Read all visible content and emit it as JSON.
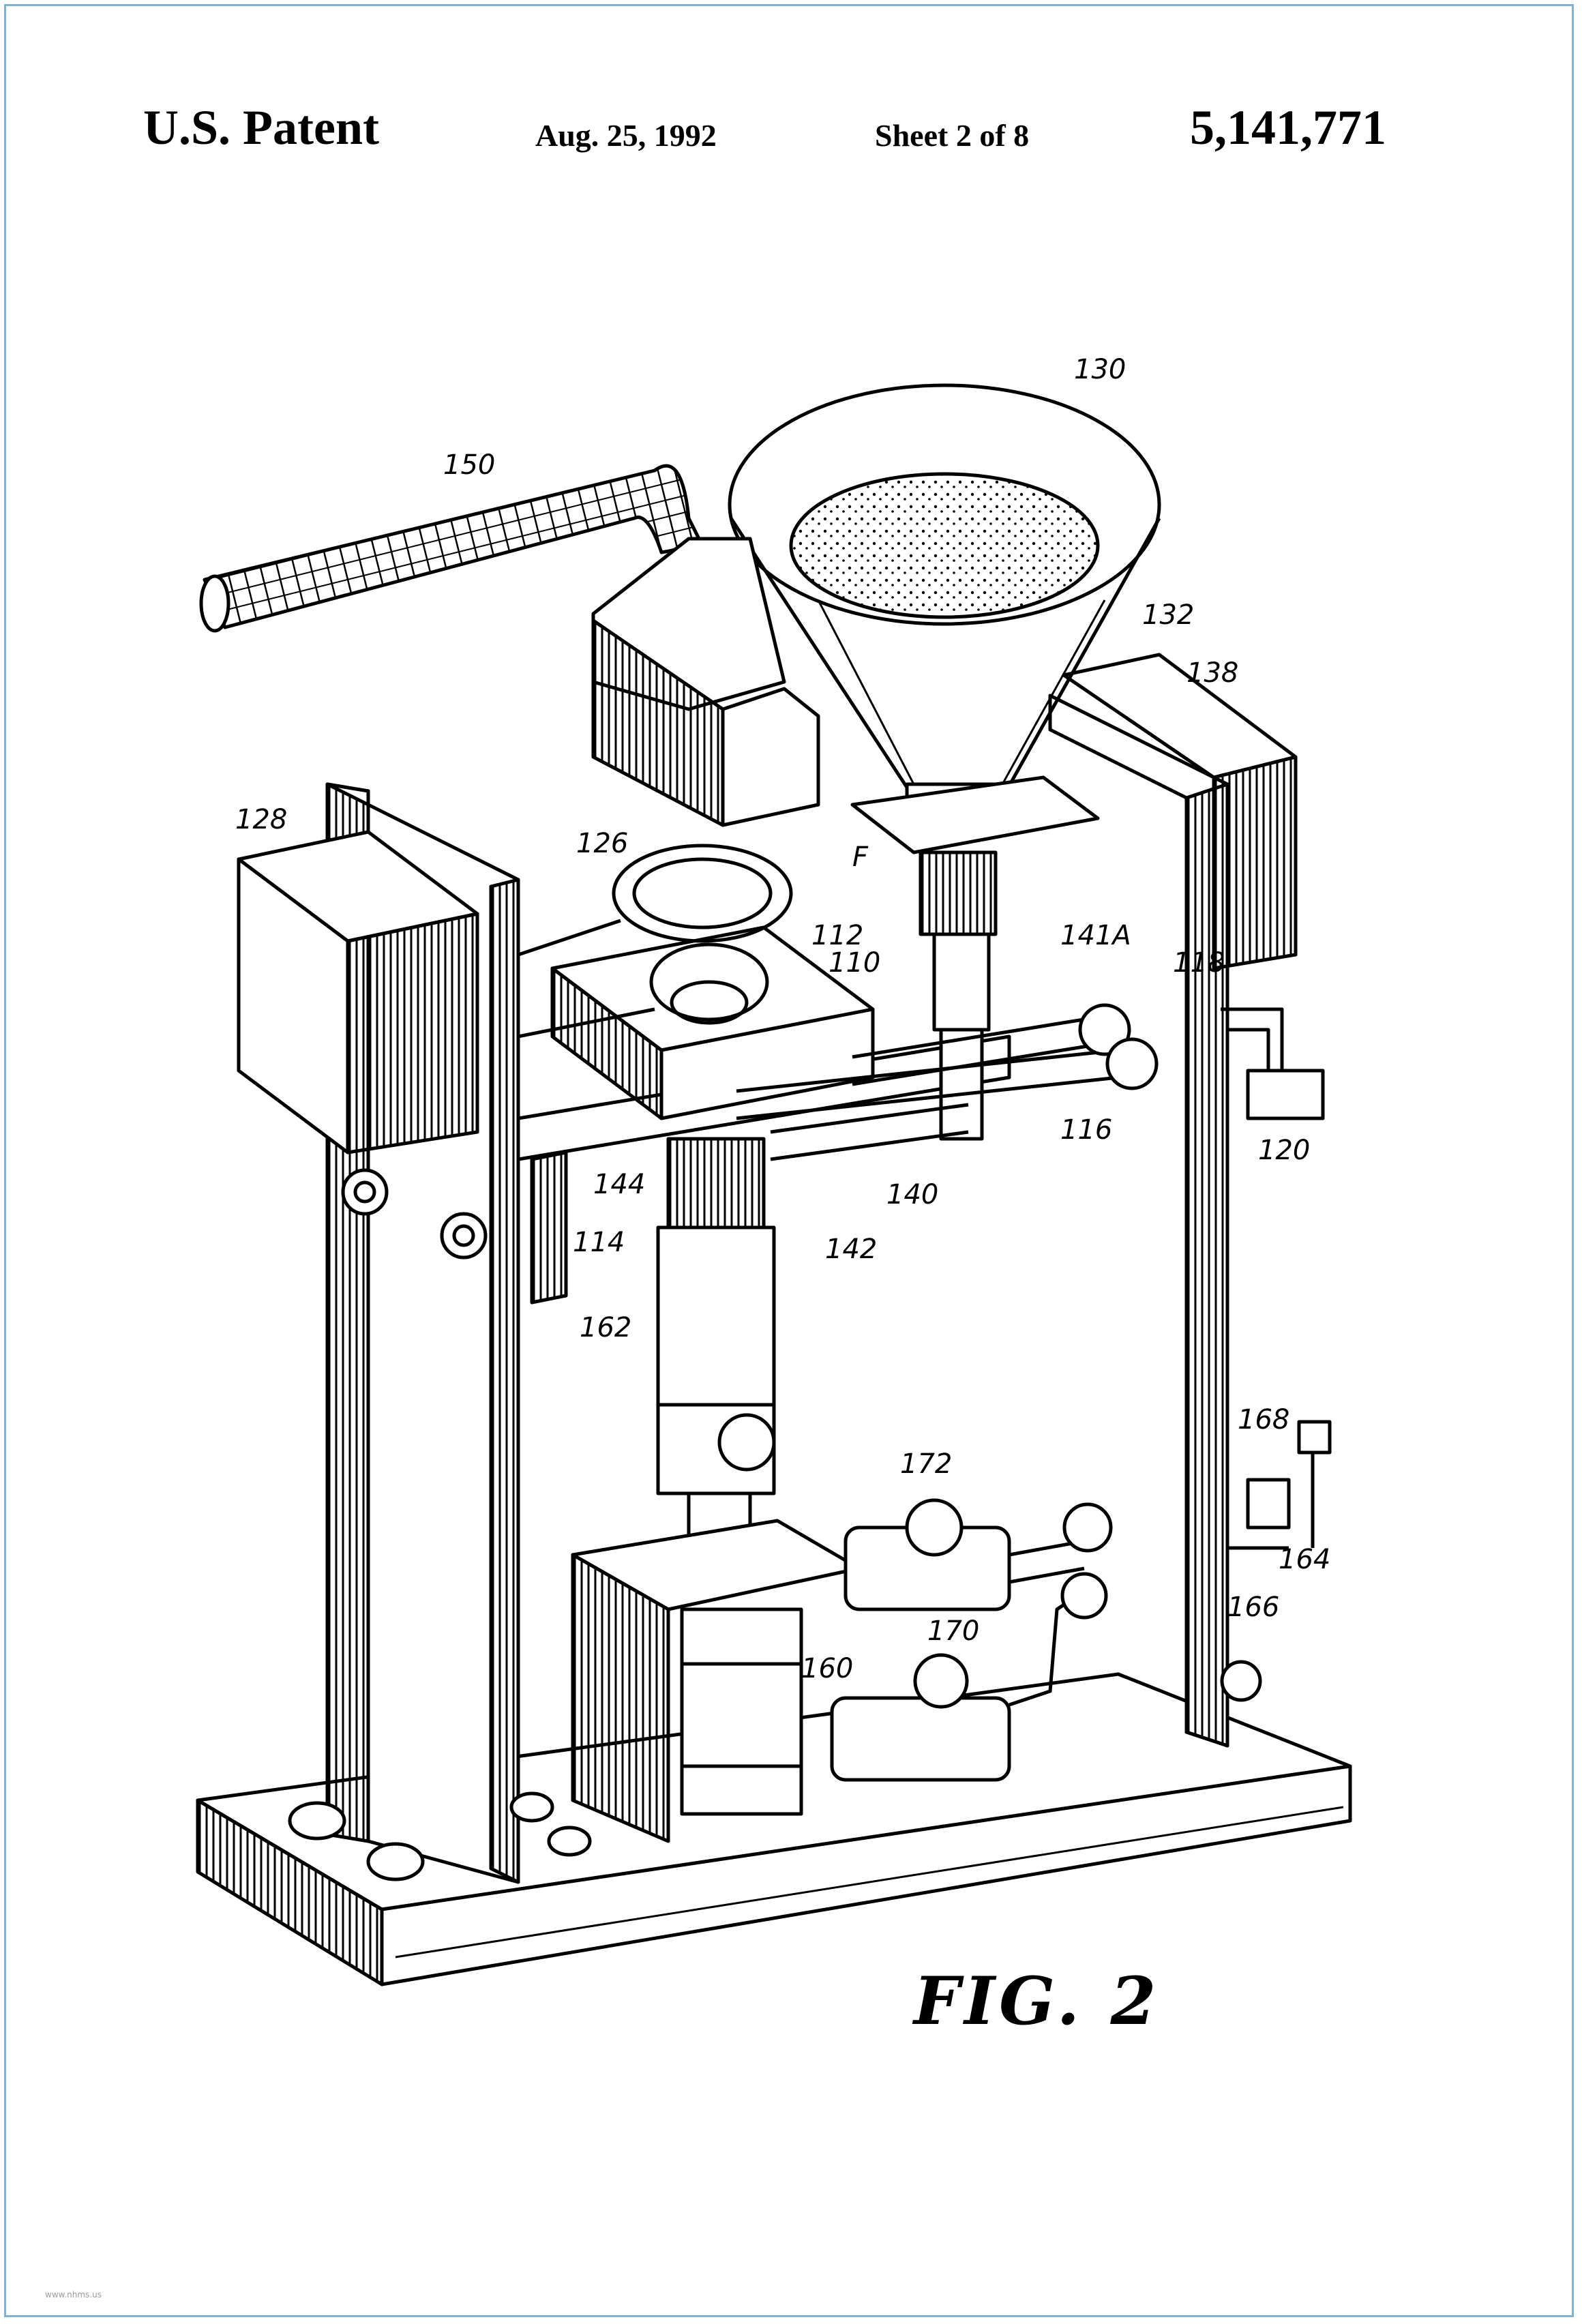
{
  "header": {
    "title": "U.S. Patent",
    "date": "Aug. 25, 1992",
    "sheet": "Sheet 2 of 8",
    "patent_number": "5,141,771"
  },
  "figure": {
    "caption": "FIG. 2",
    "reference_numerals": [
      "130",
      "150",
      "132",
      "138",
      "128",
      "126",
      "F",
      "112",
      "110",
      "141A",
      "118",
      "116",
      "120",
      "144",
      "114",
      "140",
      "142",
      "162",
      "168",
      "172",
      "164",
      "170",
      "166",
      "160"
    ]
  },
  "footer": {
    "watermark": "www.nhms.us"
  },
  "colors": {
    "ink": "#000000",
    "frame": "#7fb2d6",
    "paper": "#ffffff"
  }
}
